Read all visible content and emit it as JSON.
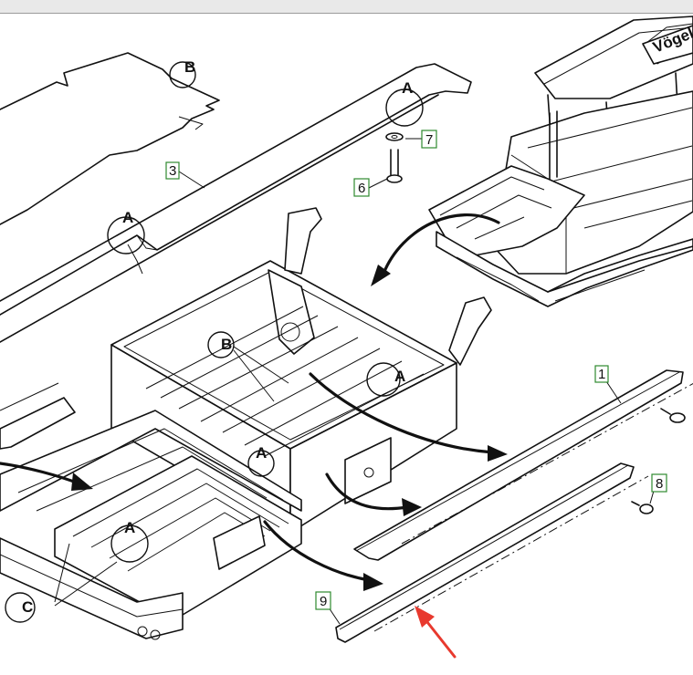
{
  "diagram": {
    "letter_callouts": {
      "b_top": "B",
      "a_top": "A",
      "a_left": "A",
      "b_frame": "B",
      "a_frame_right": "A",
      "a_frame_center": "A",
      "a_frame_lower": "A",
      "c_bottom": "C"
    },
    "part_numbers": {
      "p1": "1",
      "p3": "3",
      "p6": "6",
      "p7": "7",
      "p8": "8",
      "p9": "9"
    },
    "brand_text": "Vögele",
    "colors": {
      "label_box": "#2e8a2e",
      "highlight_arrow": "#e8392e"
    }
  }
}
